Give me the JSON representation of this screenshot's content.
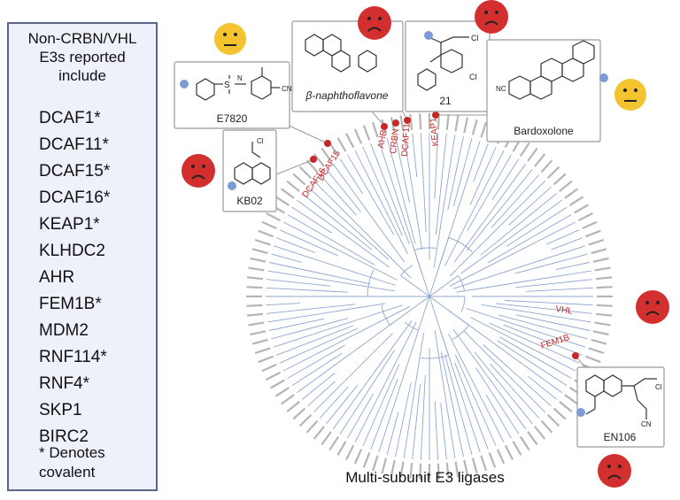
{
  "panel": {
    "title": "Non-CRBN/VHL\nE3s reported\ninclude",
    "items": [
      "DCAF1*",
      "DCAF11*",
      "DCAF15*",
      "DCAF16*",
      "KEAP1*",
      "KLHDC2",
      "AHR",
      "FEM1B*",
      "MDM2",
      "RNF114*",
      "RNF4*",
      "SKP1",
      "BIRC2"
    ],
    "footnote": "* Denotes\ncovalent"
  },
  "tree": {
    "caption": "Multi-subunit E3 ligases",
    "highlighted": [
      {
        "label": "DCAF16",
        "status": "sad"
      },
      {
        "label": "DCAF15",
        "status": "neutral"
      },
      {
        "label": "AHR",
        "status": "sad"
      },
      {
        "label": "CRBN",
        "status": "sad"
      },
      {
        "label": "DCAF11",
        "status": "sad"
      },
      {
        "label": "KEAP1",
        "status": "neutral"
      },
      {
        "label": "VHL",
        "status": "sad"
      },
      {
        "label": "FEM1B",
        "status": "sad"
      }
    ]
  },
  "compounds": [
    {
      "label": "E7820",
      "status": "neutral"
    },
    {
      "label": "β-naphthoflavone",
      "status": "sad"
    },
    {
      "label": "21",
      "status": "sad"
    },
    {
      "label": "Bardoxolone",
      "status": "neutral"
    },
    {
      "label": "KB02",
      "status": "sad"
    },
    {
      "label": "EN106",
      "status": "sad"
    }
  ],
  "colors": {
    "highlight": "#c62828",
    "sad_face": "#d32f2f",
    "neutral_face": "#f4c430",
    "attachment": "#7e9ad6",
    "panel_border": "#5a6587",
    "panel_fill": "#eef0fa"
  }
}
